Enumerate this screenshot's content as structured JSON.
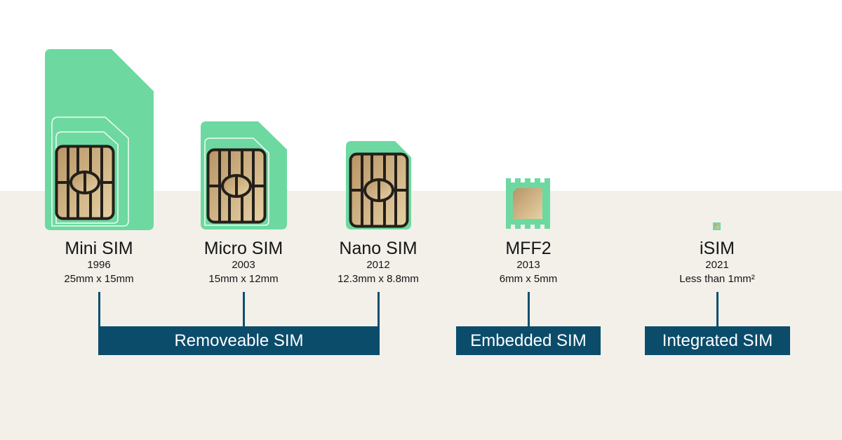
{
  "colors": {
    "sim_green": "#6dd9a0",
    "contact_gold": "#c9aa7c",
    "contact_outline": "#231f1a",
    "category_bar": "#0b4c6b",
    "background_top": "#ffffff",
    "background_bottom": "#f3f0ea"
  },
  "sims": [
    {
      "name": "Mini SIM",
      "year": "1996",
      "size": "25mm x 15mm",
      "icon": "mini-sim-card-icon"
    },
    {
      "name": "Micro SIM",
      "year": "2003",
      "size": "15mm x 12mm",
      "icon": "micro-sim-card-icon"
    },
    {
      "name": "Nano SIM",
      "year": "2012",
      "size": "12.3mm x 8.8mm",
      "icon": "nano-sim-card-icon"
    },
    {
      "name": "MFF2",
      "year": "2013",
      "size": "6mm x 5mm",
      "icon": "mff2-chip-icon"
    },
    {
      "name": "iSIM",
      "year": "2021",
      "size": "Less than 1mm²",
      "icon": "isim-chip-icon"
    }
  ],
  "categories": [
    {
      "label": "Removeable SIM",
      "members": [
        "Mini SIM",
        "Micro SIM",
        "Nano SIM"
      ]
    },
    {
      "label": "Embedded SIM",
      "members": [
        "MFF2"
      ]
    },
    {
      "label": "Integrated SIM",
      "members": [
        "iSIM"
      ]
    }
  ]
}
